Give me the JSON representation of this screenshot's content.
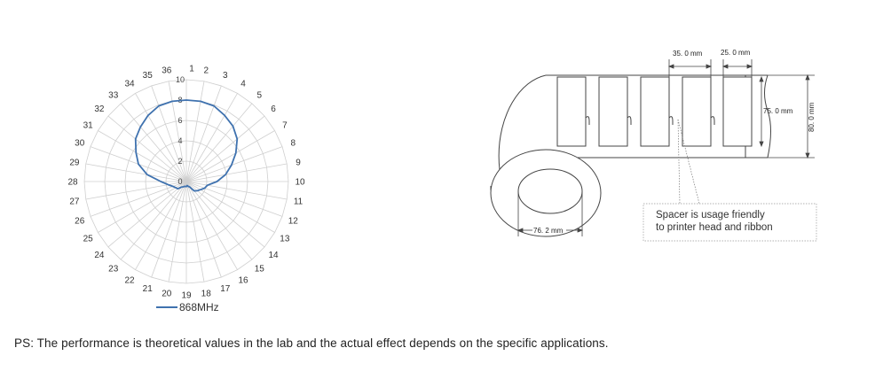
{
  "chart_data": {
    "type": "radar",
    "angle_labels": [
      "1",
      "2",
      "3",
      "4",
      "5",
      "6",
      "7",
      "8",
      "9",
      "10",
      "11",
      "12",
      "13",
      "14",
      "15",
      "16",
      "17",
      "18",
      "19",
      "20",
      "21",
      "22",
      "23",
      "24",
      "25",
      "26",
      "27",
      "28",
      "29",
      "30",
      "31",
      "32",
      "33",
      "34",
      "35",
      "36"
    ],
    "radial_ticks": [
      0,
      2,
      4,
      6,
      8,
      10
    ],
    "radial_max": 10,
    "series": [
      {
        "name": "868MHz",
        "color": "#3f72af",
        "values": [
          8,
          8,
          7.9,
          7.5,
          7.1,
          6.5,
          5.6,
          4.7,
          3.9,
          3,
          2.1,
          1.9,
          1.6,
          1.4,
          1.2,
          0.6,
          0.5,
          0.4,
          0.5,
          0.5,
          0.5,
          0.6,
          0.7,
          1.1,
          1.2,
          1.4,
          1.8,
          2.5,
          3.9,
          5,
          5.7,
          6.5,
          7,
          7.5,
          7.9,
          8
        ]
      }
    ],
    "legend_position": "bottom",
    "grid": true
  },
  "diagram": {
    "dim_gap": "35. 0 mm",
    "dim_label_width": "25. 0 mm",
    "dim_label_height": "75. 0 mm",
    "dim_total_height": "80. 0 mm",
    "dim_core": "76. 2 mm",
    "callout_line1": "Spacer  is usage friendly",
    "callout_line2": "to printer head and ribbon"
  },
  "footer": {
    "ps_note": "PS: The performance is theoretical values in the lab and the actual effect depends on the specific applications."
  }
}
